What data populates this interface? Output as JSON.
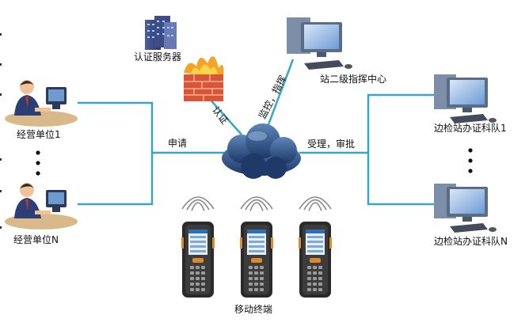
{
  "nodes": {
    "auth_server": "认证服务器",
    "command_center": "站二级指挥中心",
    "unit_1": "经营单位1",
    "unit_n": "经营单位N",
    "team_1": "边检站办证科队1",
    "team_n": "边检站办证科队N",
    "mobile": "移动终端"
  },
  "edges": {
    "apply": "申请",
    "approve": "受理，审批",
    "auth": "认证",
    "monitor": "监控，指挥"
  },
  "colors": {
    "line": "#3ba5c8",
    "cloud": "#2a4f82",
    "firewall": "#e0603a"
  }
}
